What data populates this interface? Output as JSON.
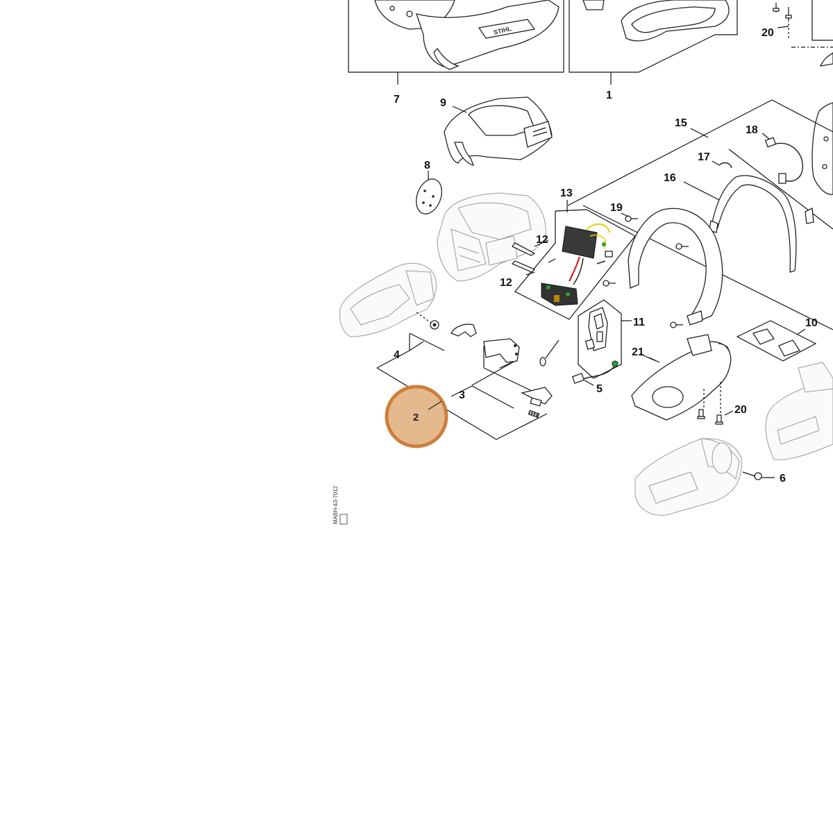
{
  "diagram": {
    "part_numbers": [
      "7",
      "1",
      "9",
      "20",
      "15",
      "18",
      "8",
      "17",
      "16",
      "13",
      "19",
      "12",
      "12",
      "11",
      "10",
      "4",
      "21",
      "3",
      "5",
      "20",
      "6"
    ],
    "brand_on_housing": "STIHL",
    "drawing_code": "MABH-43-7012"
  },
  "hotspot": {
    "label": "2",
    "fill": "#e5b98e",
    "ring": "#cd7f3c"
  },
  "colors": {
    "line": "#111111",
    "part_light": "#9a9a9a",
    "board_dark": "#3a3a3a",
    "wire_red": "#d01010",
    "wire_yellow": "#e6d100",
    "component_green": "#2aa52a"
  }
}
